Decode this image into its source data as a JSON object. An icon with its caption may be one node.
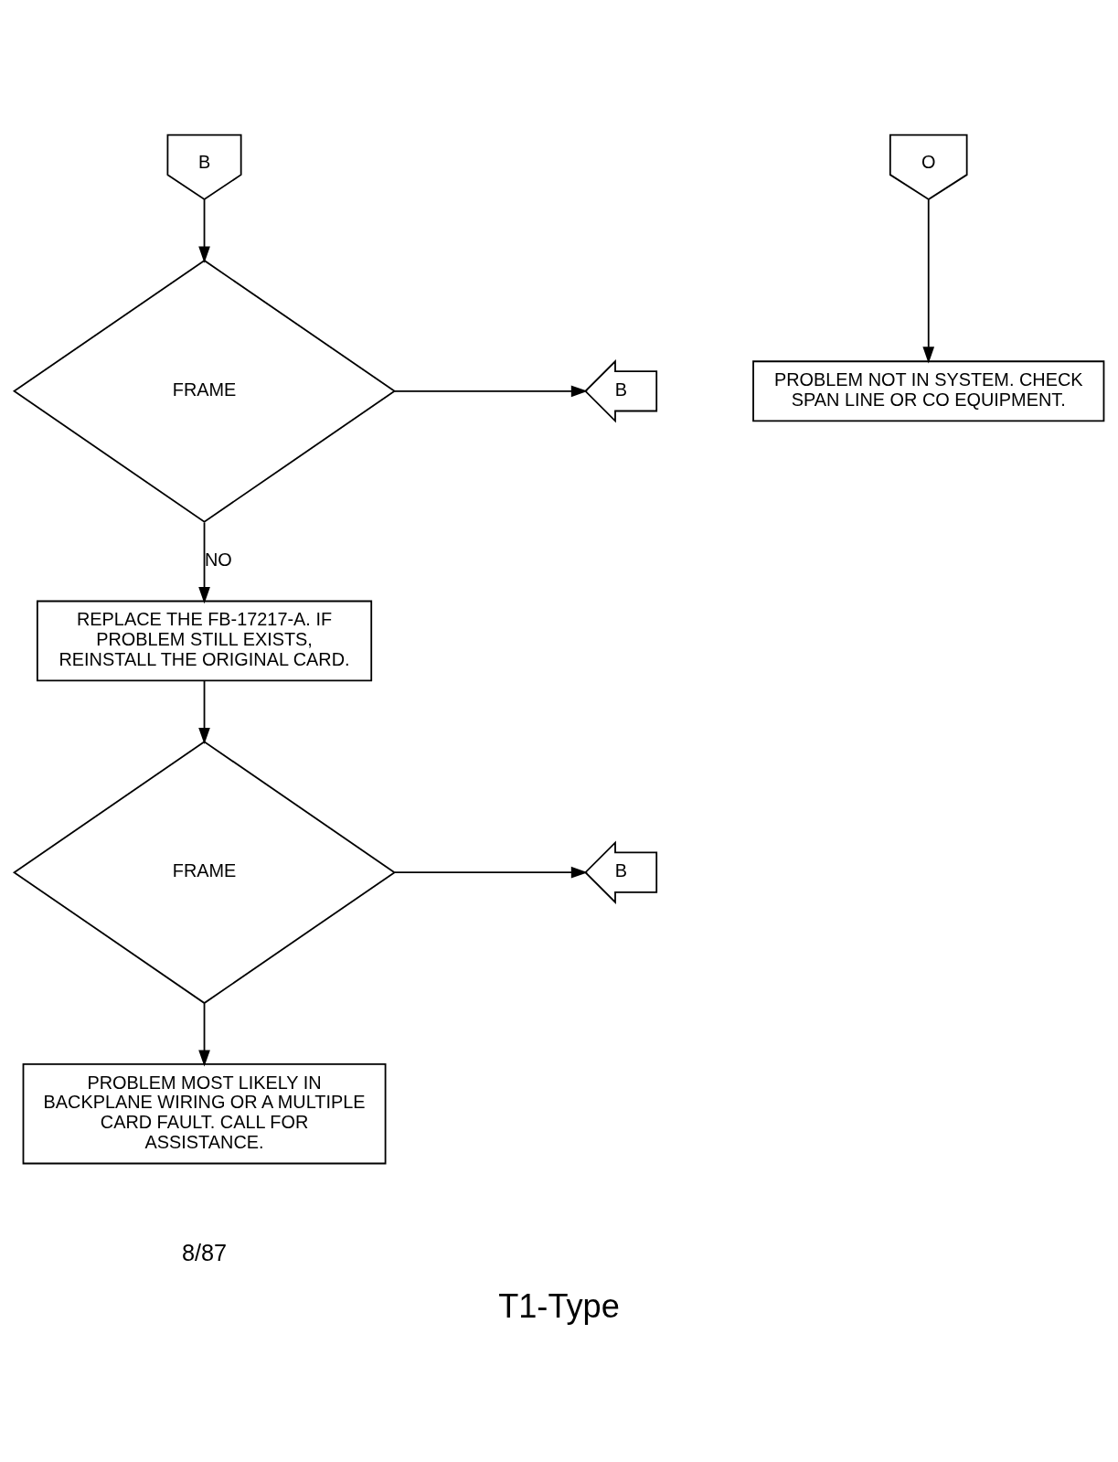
{
  "diagram": {
    "caption": "T1-Type",
    "nodes": [
      {
        "text": [
          "B"
        ]
      },
      {
        "text": [
          "O"
        ]
      },
      {
        "text": [
          "PROBLEM NOT IN SYSTEM. CHECK SPAN LINE OR CO EQUIPMENT."
        ]
      },
      {
        "text": [
          "FRAME"
        ]
      },
      {
        "text": [
          "B"
        ]
      },
      {
        "text": [
          "REPLACE THE FB-17217-A. IF PROBLEM STILL EXISTS, REINSTALL THE ORIGINAL CARD."
        ]
      },
      {
        "text": [
          "FRAME"
        ]
      },
      {
        "text": [
          "B"
        ]
      },
      {
        "text": [
          "PROBLEM MOST LIKELY IN BACKPLANE WIRING OR A MULTIPLE CARD FAULT. CALL FOR ASSISTANCE."
        ]
      }
    ],
    "edges": [
      {
        "from": 0,
        "to": 3,
        "arrow": "to"
      },
      {
        "from": 3,
        "to": 4,
        "arrow": "to"
      },
      {
        "from": 3,
        "to": 5,
        "arrow": "to",
        "label": "NO"
      },
      {
        "from": 5,
        "to": 6,
        "arrow": "to"
      },
      {
        "from": 6,
        "to": 7,
        "arrow": "to"
      },
      {
        "from": 6,
        "to": 8,
        "arrow": "to"
      },
      {
        "from": 1,
        "to": 2,
        "arrow": "to"
      }
    ],
    "labels": [
      "8/87"
    ]
  }
}
